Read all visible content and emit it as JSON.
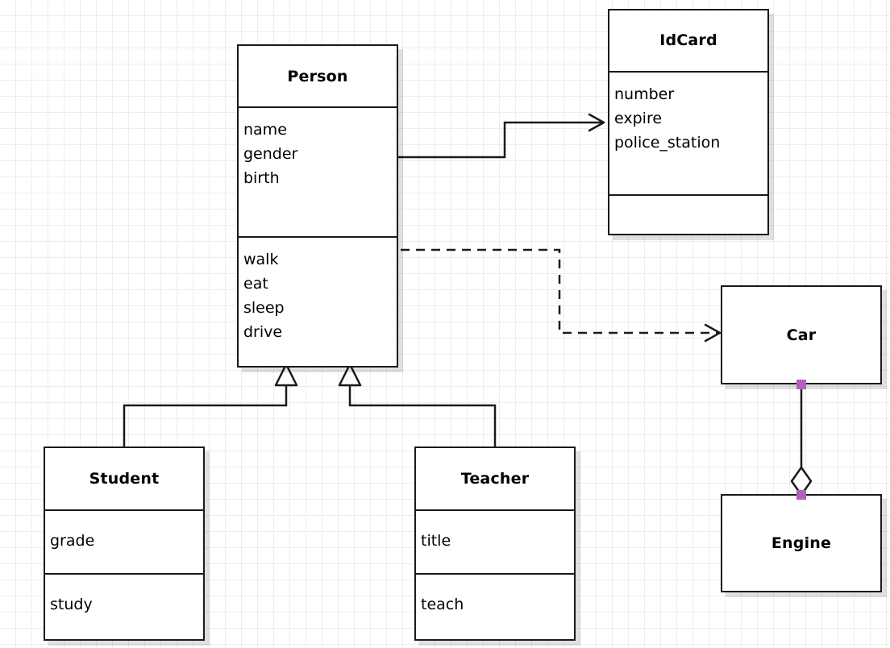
{
  "diagram": {
    "kind": "uml-class-diagram",
    "background": "#ffffff",
    "grid_color": "#ededed",
    "line_color": "#1a1a1a",
    "handle_color": "#b061ba"
  },
  "classes": {
    "person": {
      "name": "Person",
      "attributes": [
        "name",
        "gender",
        "birth"
      ],
      "operations": [
        "walk",
        "eat",
        "sleep",
        "drive"
      ]
    },
    "idcard": {
      "name": "IdCard",
      "attributes": [
        "number",
        "expire",
        "police_station"
      ],
      "operations": []
    },
    "student": {
      "name": "Student",
      "attributes": [
        "grade"
      ],
      "operations": [
        "study"
      ]
    },
    "teacher": {
      "name": "Teacher",
      "attributes": [
        "title"
      ],
      "operations": [
        "teach"
      ]
    },
    "car": {
      "name": "Car"
    },
    "engine": {
      "name": "Engine"
    }
  },
  "relationships": [
    {
      "id": "person-idcard",
      "type": "association",
      "from": "Person",
      "to": "IdCard",
      "style": "solid",
      "arrow": "open"
    },
    {
      "id": "person-car",
      "type": "dependency",
      "from": "Person",
      "to": "Car",
      "style": "dashed",
      "arrow": "open"
    },
    {
      "id": "student-person",
      "type": "generalization",
      "from": "Student",
      "to": "Person",
      "style": "solid",
      "arrow": "hollow-triangle"
    },
    {
      "id": "teacher-person",
      "type": "generalization",
      "from": "Teacher",
      "to": "Person",
      "style": "solid",
      "arrow": "hollow-triangle"
    },
    {
      "id": "car-engine",
      "type": "aggregation",
      "from": "Car",
      "to": "Engine",
      "style": "solid",
      "arrow": "hollow-diamond"
    }
  ]
}
